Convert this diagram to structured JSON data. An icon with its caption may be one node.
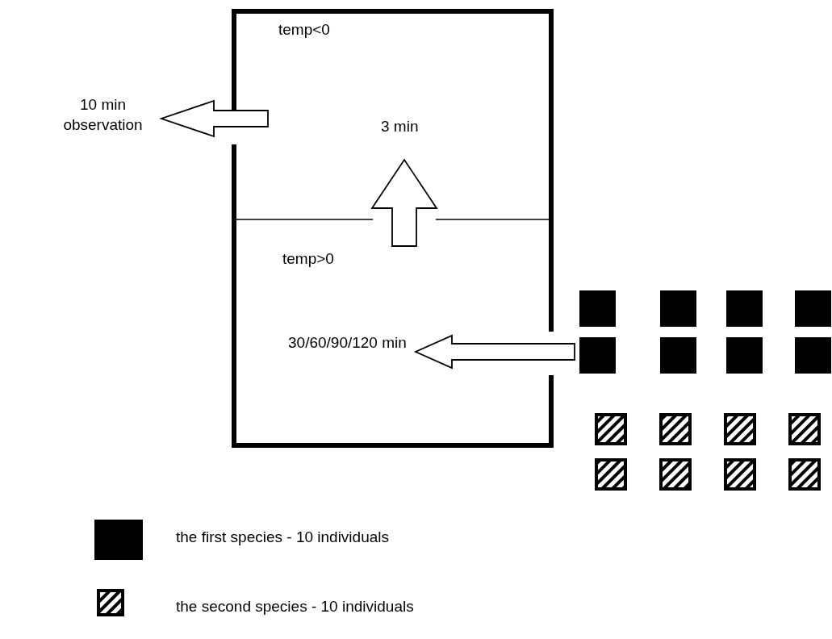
{
  "diagram": {
    "nodes": [
      {
        "text": [
          "temp<0",
          "3 min"
        ]
      },
      {
        "text": [
          "temp>0",
          "30/60/90/120 min"
        ]
      },
      {
        "text": [
          "10 min observation"
        ]
      }
    ],
    "edges": [
      {
        "from": 1,
        "to": 0,
        "arrow": "to"
      },
      {
        "from": 0,
        "to": 2,
        "arrow": "to"
      },
      {
        "from": null,
        "to": 1,
        "arrow": "to"
      }
    ],
    "legend": [
      {
        "text": "the first species - 10 individuals",
        "color": "#000000"
      },
      {
        "text": "the second species - 10 individuals"
      }
    ]
  }
}
